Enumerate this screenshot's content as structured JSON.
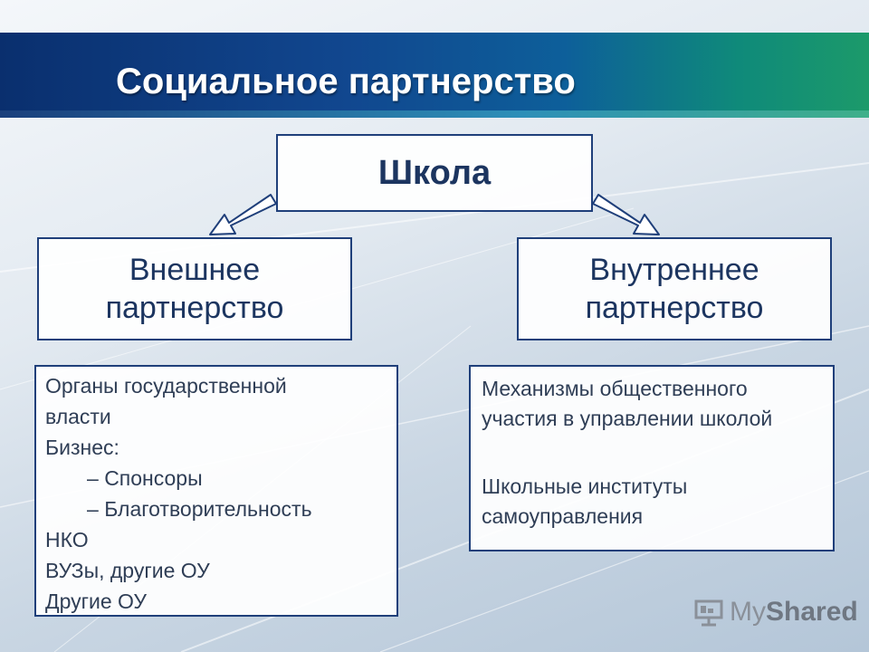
{
  "title": "Социальное партнерство",
  "root": {
    "label": "Школа"
  },
  "branches": [
    {
      "label_line1": "Внешнее",
      "label_line2": "партнерство",
      "items": [
        "Органы государственной",
        "власти",
        "Бизнес:",
        "Спонсоры",
        "Благотворительность",
        "НКО",
        "ВУЗы, другие ОУ",
        "Другие ОУ"
      ]
    },
    {
      "label_line1": "Внутреннее",
      "label_line2": "партнерство",
      "items": [
        "Механизмы общественного участия в управлении школой",
        "Школьные институты самоуправления"
      ]
    }
  ],
  "watermark": {
    "prefix": "My",
    "suffix": "Shared"
  },
  "colors": {
    "box_border": "#1f3f7a",
    "text": "#1c3560",
    "band": "#11478f"
  }
}
